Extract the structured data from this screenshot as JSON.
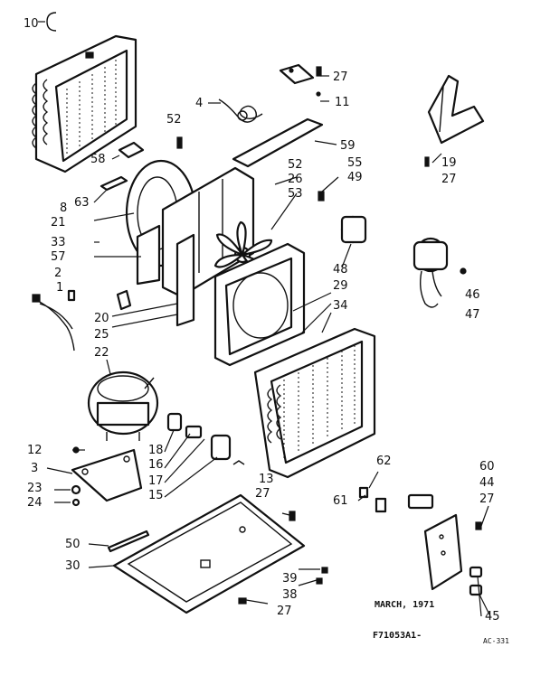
{
  "callouts": {
    "c10": "10",
    "c27a": "27",
    "c11": "11",
    "c4": "4",
    "c52a": "52",
    "c59": "59",
    "c58": "58",
    "c52b": "52",
    "c26": "26",
    "c53": "53",
    "c55": "55",
    "c49": "49",
    "c19": "19",
    "c27b": "27",
    "c8": "8",
    "c63": "63",
    "c21": "21",
    "c33": "33",
    "c57": "57",
    "c2": "2",
    "c1": "1",
    "c20": "20",
    "c25": "25",
    "c22": "22",
    "c48": "48",
    "c29": "29",
    "c34": "34",
    "c46": "46",
    "c47": "47",
    "c12": "12",
    "c3": "3",
    "c23": "23",
    "c24": "24",
    "c18": "18",
    "c16": "16",
    "c17": "17",
    "c15": "15",
    "c13": "13",
    "c27c": "27",
    "c62": "62",
    "c61": "61",
    "c60": "60",
    "c44": "44",
    "c27d": "27",
    "c50": "50",
    "c30": "30",
    "c39": "39",
    "c38": "38",
    "c27e": "27",
    "c45": "45"
  },
  "footer": {
    "date": "MARCH, 1971",
    "drawing_number": "F71053A1-",
    "sheet_code": "AC-331"
  }
}
